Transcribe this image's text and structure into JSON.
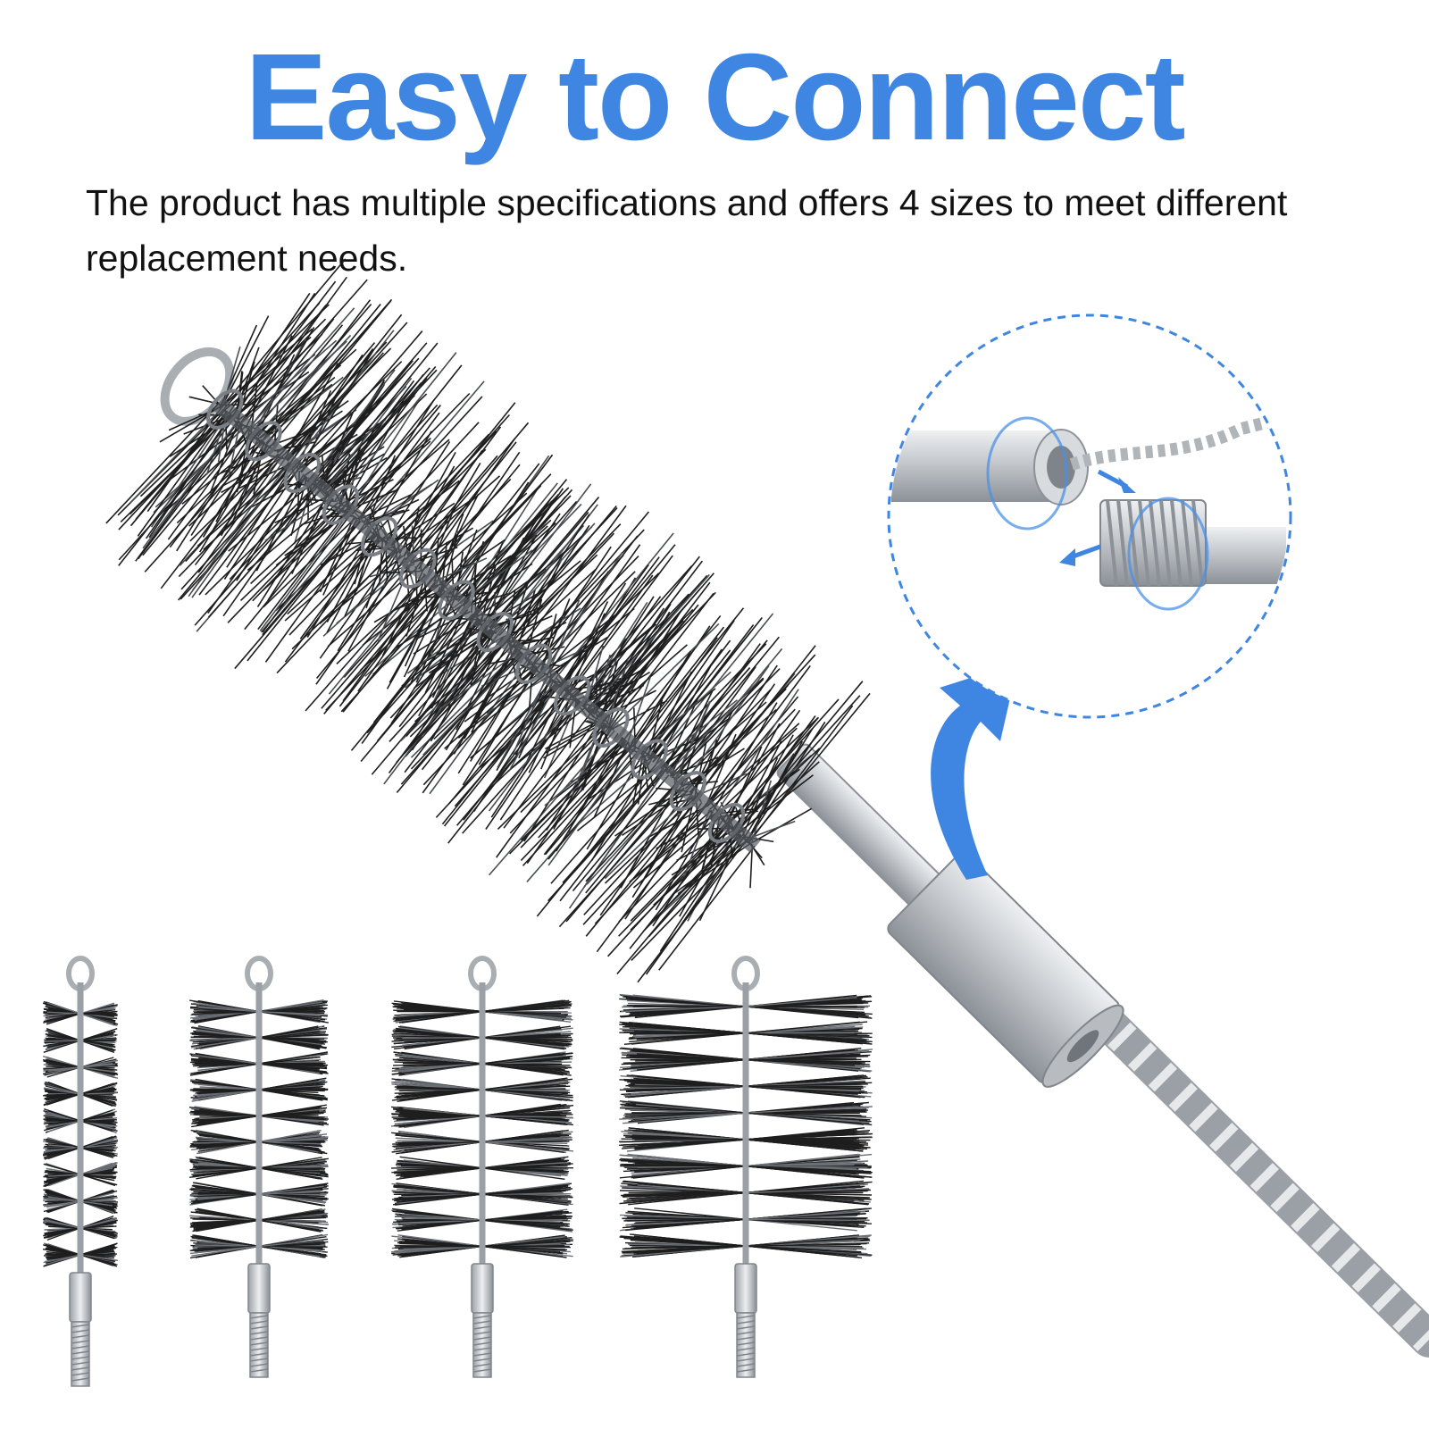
{
  "headline": "Easy to Connect",
  "description": "The product has multiple specifications and offers 4 sizes to meet different replacement needs.",
  "colors": {
    "accent": "#3f86e2",
    "bristle": "#1e1e1e",
    "metal": "#c4c8cc",
    "metal_dark": "#8c9198",
    "text": "#111111"
  },
  "brush_sizes_shown": 4,
  "icons": [
    "curved-arrow-icon",
    "rotation-arrow-icon",
    "connect-arrow-icon"
  ]
}
